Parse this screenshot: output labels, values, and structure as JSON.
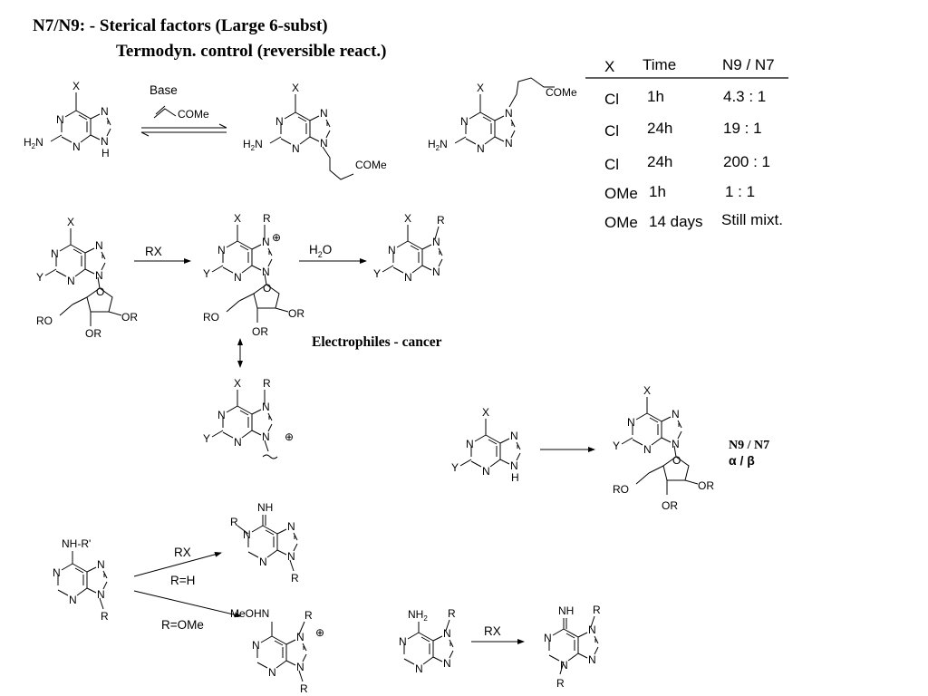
{
  "title": {
    "line1": "N7/N9: - Sterical factors (Large 6-subst)",
    "line2": "Termodyn. control (reversible react.)"
  },
  "table": {
    "headers": [
      "X",
      "Time",
      "N9 / N7"
    ],
    "rows": [
      [
        "Cl",
        "1h",
        "4.3 : 1"
      ],
      [
        "Cl",
        "24h",
        "19 : 1"
      ],
      [
        "Cl",
        "24h",
        "200 : 1"
      ],
      [
        "OMe",
        "1h",
        "1 : 1"
      ],
      [
        "OMe",
        "14 days",
        "Still mixt."
      ]
    ]
  },
  "reaction1": {
    "reagent": "Base",
    "reagent2": "COMe"
  },
  "reaction2": {
    "reagent": "RX",
    "reagent2": "H",
    "reagent2_sub": "2",
    "reagent2_tail": "O",
    "caption": "Electrophiles - cancer"
  },
  "reaction3": {
    "ratio1": "N9 / N7",
    "ratio2": "α / β"
  },
  "reaction4": {
    "reagent": "RX",
    "cond1": "R=H",
    "cond2": "R=OMe"
  },
  "reaction5": {
    "reagent": "RX"
  },
  "atoms": {
    "N": "N",
    "H": "H",
    "X": "X",
    "Y": "Y",
    "R": "R",
    "O": "O",
    "OR": "OR",
    "RO": "RO",
    "NH": "NH",
    "NH2": "NH",
    "sub2": "2",
    "H2N": "H",
    "COMe": "COMe",
    "plus": "⊕",
    "NHR": "NH-R'",
    "MeOHN": "MeOHN"
  },
  "colors": {
    "ink": "#000000",
    "background": "#ffffff"
  }
}
